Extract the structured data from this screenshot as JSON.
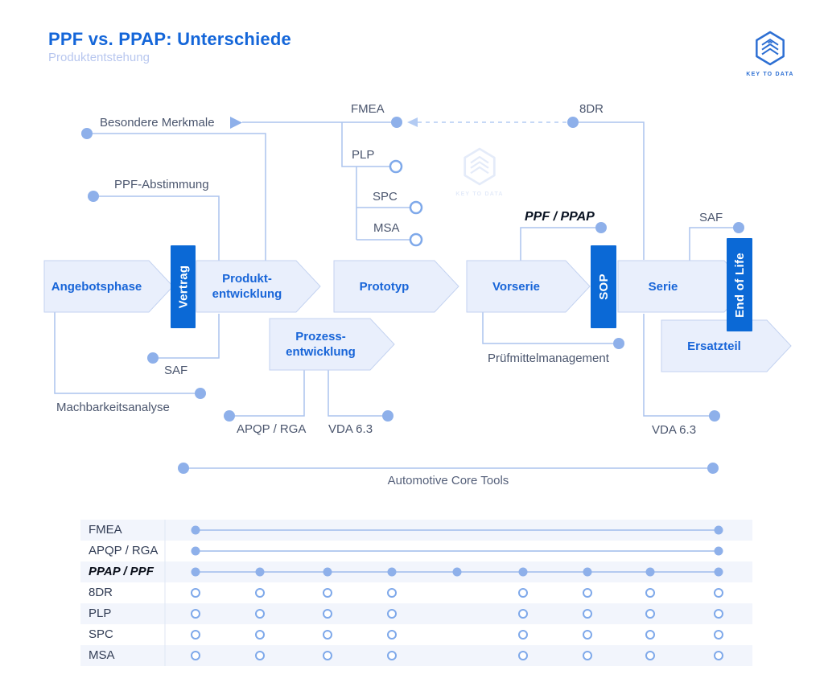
{
  "header": {
    "title": "PPF vs. PPAP: Unterschiede",
    "subtitle": "Produktentstehung",
    "logo_text": "KEY TO DATA"
  },
  "watermark": {
    "logo_text": "KEY TO DATA"
  },
  "colors": {
    "accent": "#1466d9",
    "bar_blue": "#0b69d6",
    "line_blue": "#abc4ee",
    "dot_blue": "#8eb0ea",
    "circle_stroke": "#7fa9ea",
    "arrow_fill": "#e9effc",
    "arrow_stroke": "#c3d2f0",
    "row_stripe": "#f2f5fc"
  },
  "flow": {
    "phases": [
      {
        "id": "angebotsphase",
        "kind": "arrow",
        "label": "Angebotsphase"
      },
      {
        "id": "vertrag",
        "kind": "bar",
        "label": "Vertrag"
      },
      {
        "id": "produktentwicklung",
        "kind": "arrow",
        "label": "Produkt-\nentwicklung"
      },
      {
        "id": "prototyp",
        "kind": "arrow",
        "label": "Prototyp"
      },
      {
        "id": "vorserie",
        "kind": "arrow",
        "label": "Vorserie"
      },
      {
        "id": "sop",
        "kind": "bar",
        "label": "SOP"
      },
      {
        "id": "serie",
        "kind": "arrow",
        "label": "Serie"
      },
      {
        "id": "end-of-life",
        "kind": "bar",
        "label": "End of Life"
      },
      {
        "id": "ersatzteil",
        "kind": "arrow",
        "label": "Ersatzteil"
      },
      {
        "id": "prozessentwicklung",
        "kind": "arrow",
        "label": "Prozess-\nentwicklung"
      }
    ]
  },
  "annotations": {
    "besondere_merkmale": "Besondere Merkmale",
    "ppf_abstimmung": "PPF-Abstimmung",
    "fmea": "FMEA",
    "plp": "PLP",
    "spc": "SPC",
    "msa": "MSA",
    "achtdr": "8DR",
    "saf_serie": "SAF",
    "ppf_ppap": "PPF / PPAP",
    "saf_vertrag": "SAF",
    "machbarkeitsanalyse": "Machbarkeitsanalyse",
    "apqp_rga": "APQP / RGA",
    "vda63_prozess": "VDA 6.3",
    "pruefmittelmanagement": "Prüfmittelmanagement",
    "vda63_serie": "VDA 6.3",
    "automotive_core_tools": "Automotive Core Tools"
  },
  "matrix": {
    "rows": [
      {
        "label": "FMEA",
        "emphasis": false,
        "line": true,
        "dots": "filled",
        "columns": [
          1,
          9
        ]
      },
      {
        "label": "APQP / RGA",
        "emphasis": false,
        "line": true,
        "dots": "filled",
        "columns": [
          1,
          9
        ]
      },
      {
        "label": "PPAP / PPF",
        "emphasis": true,
        "line": true,
        "dots": "filled",
        "columns": [
          1,
          2,
          3,
          4,
          5,
          6,
          7,
          8,
          9
        ]
      },
      {
        "label": "8DR",
        "emphasis": false,
        "line": false,
        "dots": "open",
        "columns": [
          1,
          2,
          3,
          4,
          6,
          7,
          8,
          9
        ]
      },
      {
        "label": "PLP",
        "emphasis": false,
        "line": false,
        "dots": "open",
        "columns": [
          1,
          2,
          3,
          4,
          6,
          7,
          8,
          9
        ]
      },
      {
        "label": "SPC",
        "emphasis": false,
        "line": false,
        "dots": "open",
        "columns": [
          1,
          2,
          3,
          4,
          6,
          7,
          8,
          9
        ]
      },
      {
        "label": "MSA",
        "emphasis": false,
        "line": false,
        "dots": "open",
        "columns": [
          1,
          2,
          3,
          4,
          6,
          7,
          8,
          9
        ]
      }
    ]
  }
}
